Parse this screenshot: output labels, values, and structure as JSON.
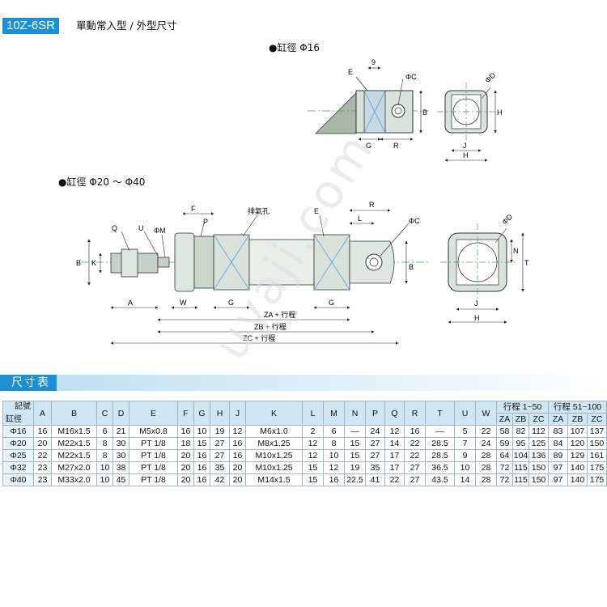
{
  "header": {
    "model": "10Z-6SR",
    "subtitle": "單動常入型 / 外型尺寸"
  },
  "views": {
    "bore16_label": "●缸徑 Φ16",
    "bore20_40_label": "●缸徑 Φ20 ～ Φ40",
    "dims16": {
      "E": "E",
      "nine": "9",
      "phiC": "ΦC",
      "B": "B",
      "G": "G",
      "R": "R",
      "phiD": "ΦD",
      "H": "H",
      "J": "J",
      "Hb": "H"
    },
    "dims20": {
      "F": "F",
      "Q": "Q",
      "U": "U",
      "phiM": "ΦM",
      "P": "P",
      "exhaust": "排氣孔",
      "E": "E",
      "R": "R",
      "L": "L",
      "phiC": "ΦC",
      "B": "B",
      "K": "K",
      "Bb": "B",
      "A": "A",
      "W": "W",
      "G1": "G",
      "G2": "G",
      "ZA": "ZA + 行程",
      "ZB": "ZB + 行程",
      "ZC": "ZC + 行程",
      "phiD": "ΦD",
      "N": "N",
      "T": "T",
      "J": "J",
      "H": "H"
    }
  },
  "watermark": "uyaji.com",
  "section_title": "尺寸表",
  "table": {
    "corner_top": "記號",
    "corner_bottom": "缸徑",
    "columns": [
      "A",
      "B",
      "C",
      "D",
      "E",
      "F",
      "G",
      "H",
      "J",
      "K",
      "L",
      "M",
      "N",
      "P",
      "Q",
      "R",
      "T",
      "U",
      "W"
    ],
    "stroke_groups": [
      "行程 1~50",
      "行程 51~100"
    ],
    "stroke_cols": [
      "ZA",
      "ZB",
      "ZC",
      "ZA",
      "ZB",
      "ZC"
    ],
    "rows": [
      [
        "Φ16",
        "16",
        "M16x1.5",
        "6",
        "21",
        "M5x0.8",
        "16",
        "10",
        "19",
        "12",
        "M6x1.0",
        "2",
        "6",
        "—",
        "24",
        "12",
        "16",
        "—",
        "5",
        "22",
        "58",
        "82",
        "112",
        "83",
        "107",
        "137"
      ],
      [
        "Φ20",
        "20",
        "M22x1.5",
        "8",
        "30",
        "PT 1/8",
        "18",
        "15",
        "27",
        "16",
        "M8x1.25",
        "12",
        "8",
        "15",
        "27",
        "14",
        "22",
        "28.5",
        "7",
        "24",
        "59",
        "95",
        "125",
        "84",
        "120",
        "150"
      ],
      [
        "Φ25",
        "22",
        "M22x1.5",
        "8",
        "30",
        "PT 1/8",
        "20",
        "16",
        "27",
        "16",
        "M10x1.25",
        "12",
        "10",
        "15",
        "27",
        "17",
        "22",
        "28.5",
        "9",
        "28",
        "64",
        "104",
        "136",
        "89",
        "129",
        "161"
      ],
      [
        "Φ32",
        "23",
        "M27x2.0",
        "10",
        "38",
        "PT 1/8",
        "20",
        "16",
        "35",
        "20",
        "M10x1.25",
        "15",
        "12",
        "19",
        "35",
        "17",
        "27",
        "36.5",
        "10",
        "28",
        "72",
        "115",
        "150",
        "97",
        "140",
        "175"
      ],
      [
        "Φ40",
        "23",
        "M33x2.0",
        "10",
        "45",
        "PT 1/8",
        "20",
        "16",
        "42",
        "20",
        "M14x1.5",
        "15",
        "16",
        "22.5",
        "41",
        "22",
        "27",
        "43.5",
        "14",
        "28",
        "72",
        "115",
        "150",
        "97",
        "140",
        "175"
      ]
    ]
  }
}
